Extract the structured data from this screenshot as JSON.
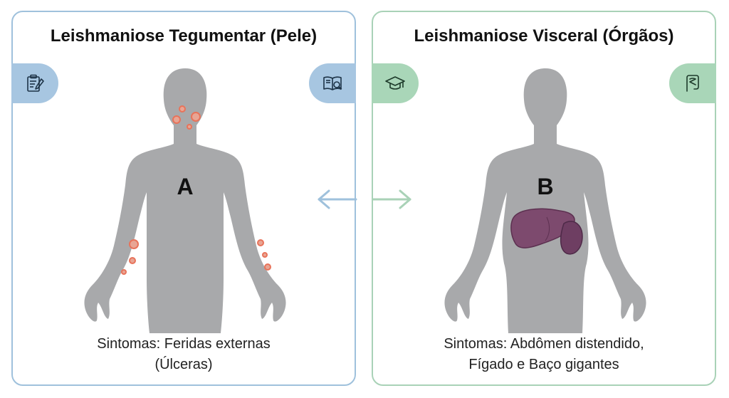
{
  "panels": [
    {
      "id": "A",
      "title": "Leishmaniose Tegumentar (Pele)",
      "letter": "A",
      "caption_line1": "Sintomas: Feridas externas",
      "caption_line2": "(Úlceras)",
      "icon_left": "clipboard-icon",
      "icon_right": "book-search-icon",
      "accent": "#a7c6e1"
    },
    {
      "id": "B",
      "title": "Leishmaniose Visceral (Órgãos)",
      "letter": "B",
      "caption_line1": "Sintomas: Abdômen distendido,",
      "caption_line2": "Fígado e Baço gigantes",
      "icon_left": "graduation-cap-icon",
      "icon_right": "intestine-icon",
      "accent": "#a9d6b8"
    }
  ],
  "colors": {
    "body": "#a8a9ab",
    "lesion": "#e8735a",
    "liver": "#7d4a6e",
    "arrow_blue": "#9fc1dc",
    "arrow_green": "#a9d2b7"
  }
}
